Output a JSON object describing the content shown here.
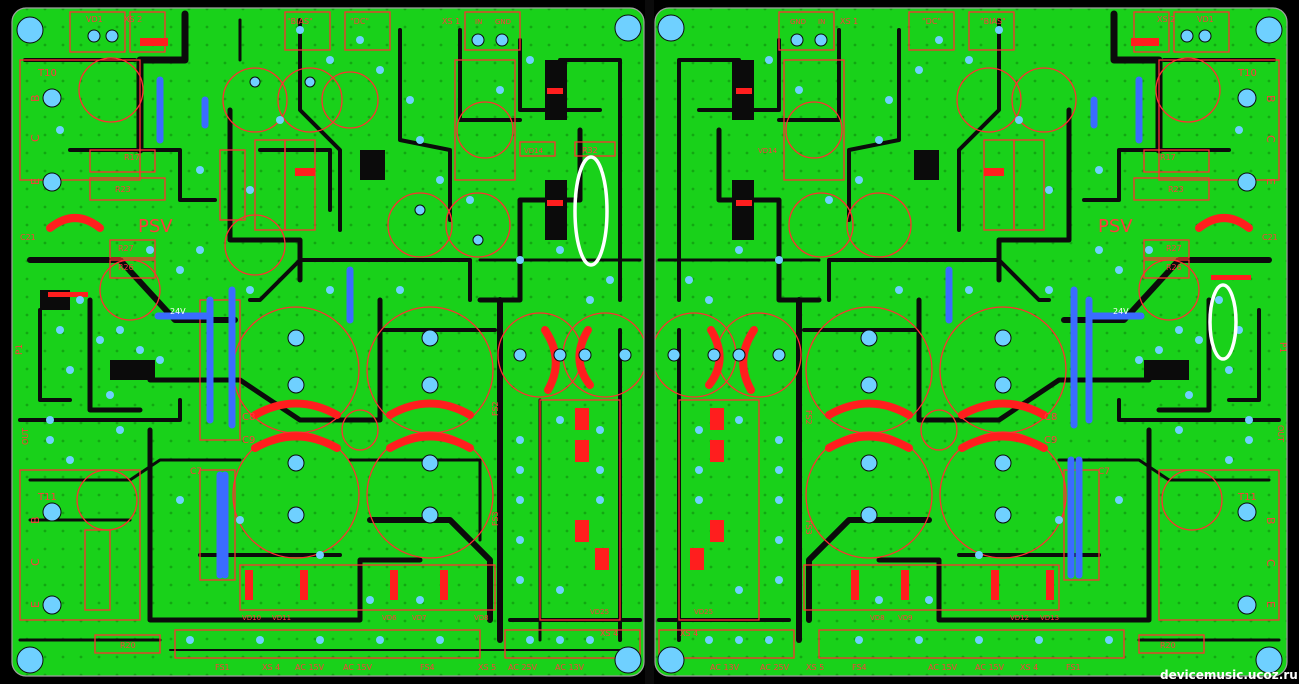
{
  "watermark": "devicemusic.ucoz.ru",
  "colors": {
    "background": "#000000",
    "copper": "#19d11a",
    "copper_dark": "#0b0b0b",
    "pad": "#6fd0ff",
    "silkscreen": "#ff3030",
    "jumper": "#3a6cff",
    "highlight": "#ffffff"
  },
  "left_board": {
    "labels": {
      "psv": "PSV",
      "bias": "\"BIAS\"",
      "dc": "\"DC\"",
      "v24": "24V",
      "out": "OUT",
      "p1": "P1",
      "t10": "T10",
      "t11": "T11",
      "c8": "C8",
      "c9": "C9",
      "c7": "C7",
      "c21": "C21",
      "r17": "R17",
      "r23": "R23",
      "r27": "R27",
      "r26": "R26",
      "r20": "R20",
      "r32": "R32",
      "vd14": "VD14",
      "vd25": "VD25",
      "xs2": "XS 2",
      "xs1": "XS 1",
      "xs4a": "XS 4",
      "xs4b": "XS 4",
      "xs5": "XS 5",
      "vd1": "VD1",
      "in": "IN",
      "gnd": "GND",
      "fs1": "FS1",
      "fs4": "FS4",
      "fs2": "FS2",
      "fs3": "FS3",
      "ac15a": "AC 15V",
      "ac15b": "AC 15V",
      "ac25": "AC 25V",
      "ac13": "AC 13V",
      "vd10": "VD10",
      "vd11": "VD11",
      "vd6": "VD6",
      "vd7": "VD7",
      "vd8": "VD8",
      "b": "B",
      "c": "C",
      "e": "E"
    }
  },
  "right_board": {
    "labels": {
      "psv": "PSV",
      "bias": "\"BIAS\"",
      "dc": "\"DC\"",
      "v24": "24V",
      "out": "OUT",
      "p1": "P1",
      "t10": "T10",
      "t11": "T11",
      "c8": "C8",
      "c9": "C9",
      "c7": "C7",
      "c21": "C21",
      "r17": "R17",
      "r23": "R23",
      "r27": "R27",
      "r26": "R26",
      "r20": "R20",
      "vd14": "VD14",
      "vd25": "VD25",
      "xs2": "XS 2",
      "xs1": "XS 1",
      "xs4a": "XS 4",
      "xs4b": "XS 4",
      "xs5": "XS 5",
      "vd1": "VD1",
      "in": "IN",
      "gnd": "GND",
      "fs1": "FS1",
      "fs4": "FS4",
      "fs2": "FS2",
      "fs3": "FS3",
      "ac15a": "AC 15V",
      "ac15b": "AC 15V",
      "ac25": "AC 25V",
      "ac13": "AC 13V",
      "vd12": "VD12",
      "vd13": "VD13",
      "vd8": "VD8",
      "vd9": "VD9",
      "b": "B",
      "c": "C",
      "e": "E"
    }
  }
}
